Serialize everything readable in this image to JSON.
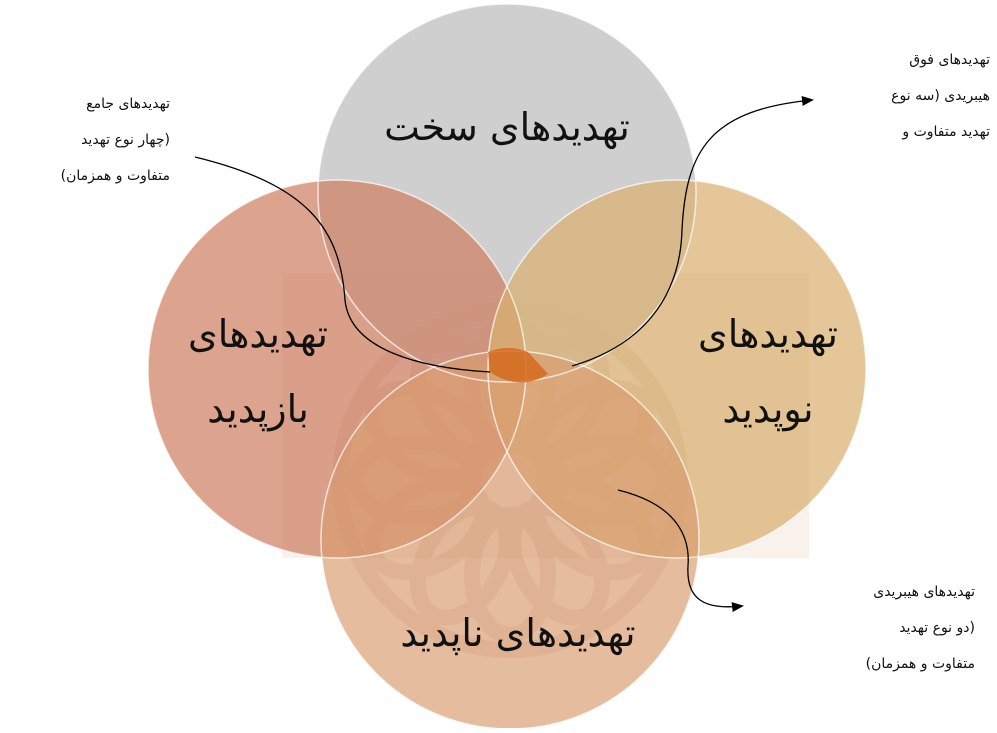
{
  "colors": {
    "hard": "#c7c7c7",
    "reappeared": "#cf7f62",
    "new": "#d9b070",
    "invisible": "#d89c70",
    "center": "#d46a1c",
    "ornament": "#a07050"
  },
  "circles": {
    "hard": "تهدیدهای سخت",
    "reappeared": [
      "تهدیدهای",
      "بازپدید"
    ],
    "new": [
      "تهدیدهای",
      "نوپدید"
    ],
    "invisible": "تهدیدهای ناپدید"
  },
  "annotations": {
    "complex": [
      "تهدیدهای جامع",
      "(چهار نوع تهدید",
      "متفاوت و همزمان)"
    ],
    "super_hybrid": [
      "تهدیدهای فوق",
      "هیبریدی (سه نوع",
      "تهدید متفاوت و"
    ],
    "hybrid": [
      "تهدیدهای هیبریدی",
      "(دو نوع تهدید",
      "متفاوت و همزمان)"
    ]
  }
}
